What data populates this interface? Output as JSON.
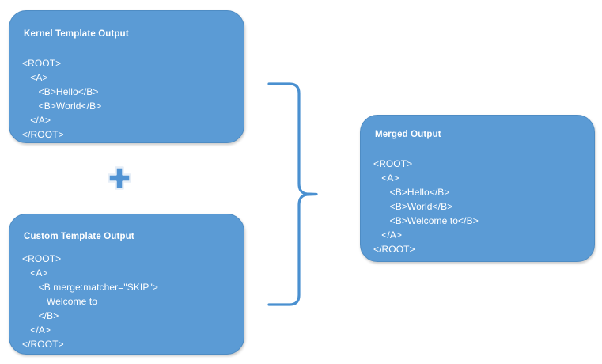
{
  "diagram": {
    "title": "Template output merge diagram",
    "background_color": "#FFFFFF",
    "panel_fill_color": "#5B9BD5",
    "panel_border_color": "#4E8CC4",
    "text_color": "#FFFFFF",
    "connector_color": "#4A90D0"
  },
  "panels": {
    "kernel": {
      "title": "Kernel Template Output",
      "code": "<ROOT>\n   <A>\n      <B>Hello</B>\n      <B>World</B>\n   </A>\n</ROOT>"
    },
    "custom": {
      "title": "Custom Template Output",
      "code": "<ROOT>\n   <A>\n      <B merge:matcher=\"SKIP\">\n         Welcome to\n      </B>\n   </A>\n</ROOT>"
    },
    "merged": {
      "title": "Merged Output",
      "code": "<ROOT>\n   <A>\n      <B>Hello</B>\n      <B>World</B>\n      <B>Welcome to</B>\n   </A>\n</ROOT>"
    }
  },
  "connectors": {
    "plus": {
      "icon": "plus-icon",
      "label": "+",
      "fill_color": "#5193D3",
      "outline_color": "#E6EEF7"
    },
    "brace": {
      "icon": "right-curly-brace-icon",
      "label": "}",
      "stroke_color": "#4A90D0"
    }
  }
}
